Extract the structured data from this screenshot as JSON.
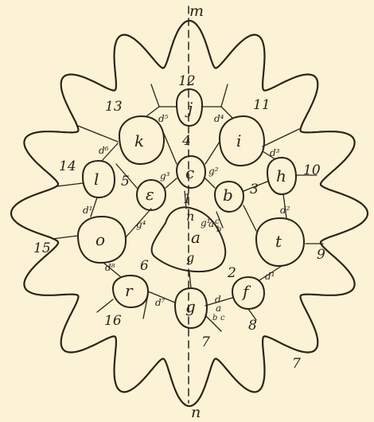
{
  "diagram": {
    "axis_labels": {
      "top": "m",
      "bottom": "n"
    },
    "cell_letters": {
      "j": "j",
      "k": "k",
      "i": "i",
      "e_upper": "c",
      "epsilon": "ε",
      "b": "b",
      "l": "l",
      "h": "h",
      "o": "o",
      "t": "t",
      "a": "a",
      "r": "r",
      "g": "g",
      "f": "f",
      "n_small": "n",
      "g_small": "g"
    },
    "region_numbers": {
      "n1": "1",
      "n2": "2",
      "n3": "3",
      "n4": "4",
      "n5": "5",
      "n6": "6",
      "n7_inner": "7",
      "n7_outer": "7",
      "n8": "8",
      "n9": "9",
      "n10": "10",
      "n11": "11",
      "n12": "12",
      "n13": "13",
      "n14": "14",
      "n15": "15",
      "n16": "16"
    },
    "suture_labels": {
      "d1": "d¹",
      "d2": "d²",
      "d3": "d³",
      "d4": "d⁴",
      "d5": "d⁵",
      "d6": "d⁶",
      "d7": "d⁷",
      "d8": "d⁸",
      "d_lower": "d",
      "g1": "g¹",
      "g2": "g²",
      "g3": "g³",
      "g4": "g⁴",
      "a_upper": "a",
      "a_lower": "a",
      "b_upper": "b",
      "b_lower": "b",
      "c_upper": "c",
      "c_lower": "c"
    }
  }
}
